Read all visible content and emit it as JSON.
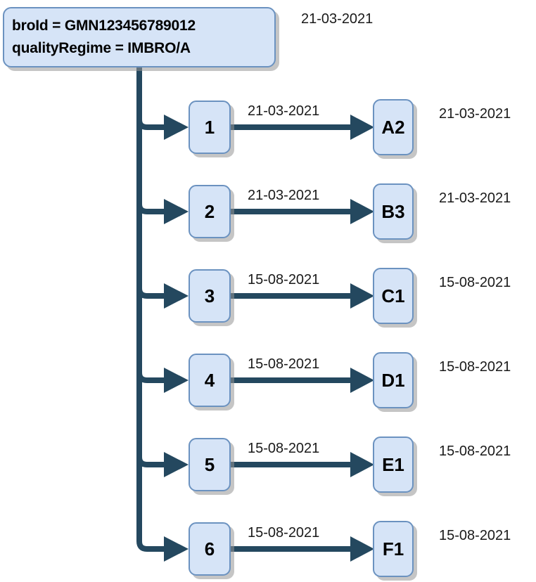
{
  "diagram": {
    "title_box": {
      "line1": "broId = GMN123456789012",
      "line2": "qualityRegime = IMBRO/A",
      "date": "21-03-2021"
    },
    "colors": {
      "node_fill": "#d6e4f7",
      "node_border": "#6b92c0",
      "connector": "#24485f",
      "shadow": "#969696",
      "text": "#1a1a1a"
    },
    "rows": [
      {
        "source": "1",
        "edge_date": "21-03-2021",
        "target": "A2",
        "target_date": "21-03-2021"
      },
      {
        "source": "2",
        "edge_date": "21-03-2021",
        "target": "B3",
        "target_date": "21-03-2021"
      },
      {
        "source": "3",
        "edge_date": "15-08-2021",
        "target": "C1",
        "target_date": "15-08-2021"
      },
      {
        "source": "4",
        "edge_date": "15-08-2021",
        "target": "D1",
        "target_date": "15-08-2021"
      },
      {
        "source": "5",
        "edge_date": "15-08-2021",
        "target": "E1",
        "target_date": "15-08-2021"
      },
      {
        "source": "6",
        "edge_date": "15-08-2021",
        "target": "F1",
        "target_date": "15-08-2021"
      }
    ]
  }
}
